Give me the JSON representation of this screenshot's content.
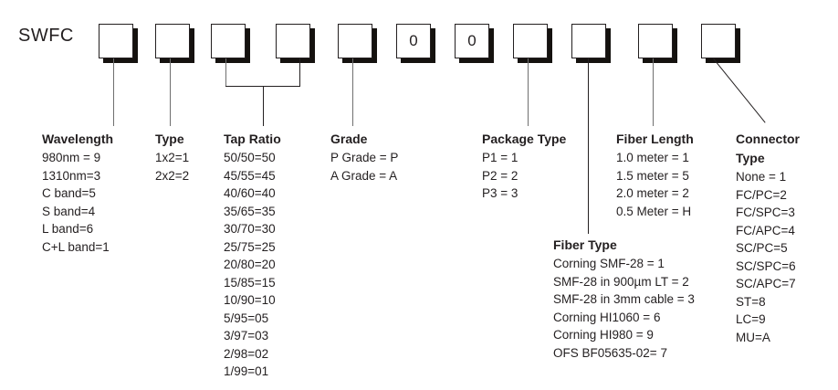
{
  "diagram": {
    "prefix_label": "SWFC",
    "boxes": [
      {
        "name": "wavelength-box",
        "value": ""
      },
      {
        "name": "type-box",
        "value": ""
      },
      {
        "name": "tap-ratio-box-1",
        "value": ""
      },
      {
        "name": "tap-ratio-box-2",
        "value": ""
      },
      {
        "name": "grade-box",
        "value": ""
      },
      {
        "name": "fixed-zero-box-1",
        "value": "0"
      },
      {
        "name": "fixed-zero-box-2",
        "value": "0"
      },
      {
        "name": "package-type-box",
        "value": ""
      },
      {
        "name": "fiber-type-box",
        "value": ""
      },
      {
        "name": "fiber-length-box",
        "value": ""
      },
      {
        "name": "connector-type-box",
        "value": ""
      }
    ]
  },
  "columns": {
    "wavelength": {
      "heading": "Wavelength",
      "items": [
        "980nm = 9",
        "1310nm=3",
        "C band=5",
        "S band=4",
        "L band=6",
        "C+L band=1"
      ]
    },
    "type": {
      "heading": "Type",
      "items": [
        "1x2=1",
        "2x2=2"
      ]
    },
    "tap_ratio": {
      "heading": "Tap Ratio",
      "items": [
        "50/50=50",
        "45/55=45",
        "40/60=40",
        "35/65=35",
        "30/70=30",
        "25/75=25",
        "20/80=20",
        "15/85=15",
        "10/90=10",
        "5/95=05",
        "3/97=03",
        "2/98=02",
        "1/99=01"
      ]
    },
    "grade": {
      "heading": "Grade",
      "items": [
        "P Grade = P",
        "A Grade = A"
      ]
    },
    "package_type": {
      "heading": "Package Type",
      "items": [
        "P1 = 1",
        "P2 = 2",
        "P3 = 3"
      ]
    },
    "fiber_type": {
      "heading": "Fiber Type",
      "items": [
        "Corning SMF-28 = 1",
        "SMF-28 in 900µm LT = 2",
        "SMF-28 in 3mm cable = 3",
        "Corning HI1060 = 6",
        "Corning HI980 = 9",
        "OFS BF05635-02= 7"
      ]
    },
    "fiber_length": {
      "heading": "Fiber Length",
      "items": [
        "1.0 meter = 1",
        "1.5 meter = 5",
        "2.0 meter = 2",
        "0.5 Meter = H"
      ]
    },
    "connector_type": {
      "heading": "Connector",
      "heading2": "Type",
      "items": [
        "None = 1",
        "FC/PC=2",
        "FC/SPC=3",
        "FC/APC=4",
        "SC/PC=5",
        "SC/SPC=6",
        "SC/APC=7",
        "ST=8",
        "LC=9",
        "MU=A"
      ]
    }
  },
  "colors": {
    "ink": "#231f20",
    "shadow": "#15120f",
    "leader": "#6f6f6f",
    "background": "#ffffff"
  }
}
